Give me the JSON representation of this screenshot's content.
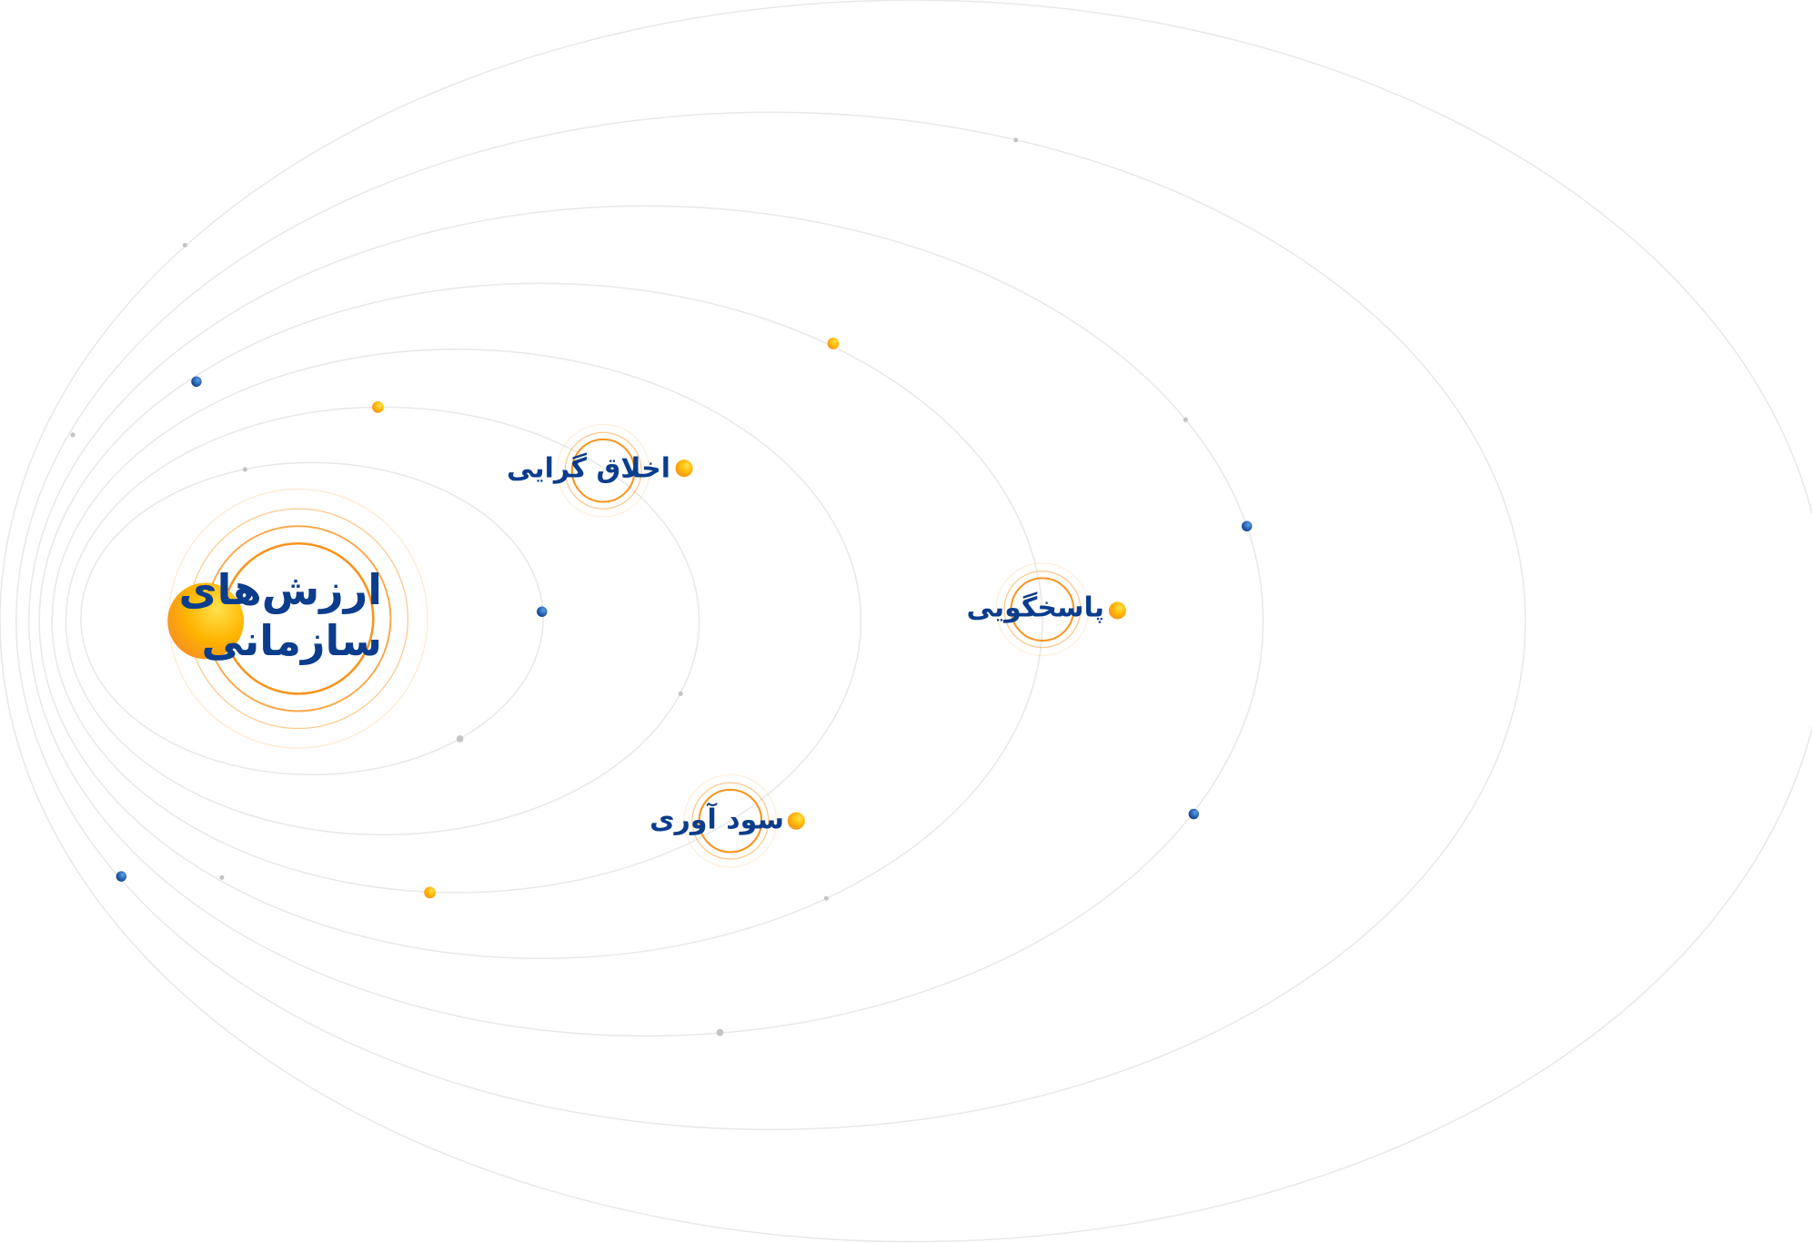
{
  "title": {
    "line1": "ارزش‌های",
    "line2": "سازمانی"
  },
  "values": [
    {
      "label": "اخلاق گرایی"
    },
    {
      "label": "پاسخگویی"
    },
    {
      "label": "سود آوری"
    }
  ],
  "colors": {
    "text": "#0b3d8c",
    "ring": "#f7941d",
    "sun": "#ffb300",
    "planet_blue": "#1f5fa8",
    "orbit": "#e6e6e6"
  }
}
